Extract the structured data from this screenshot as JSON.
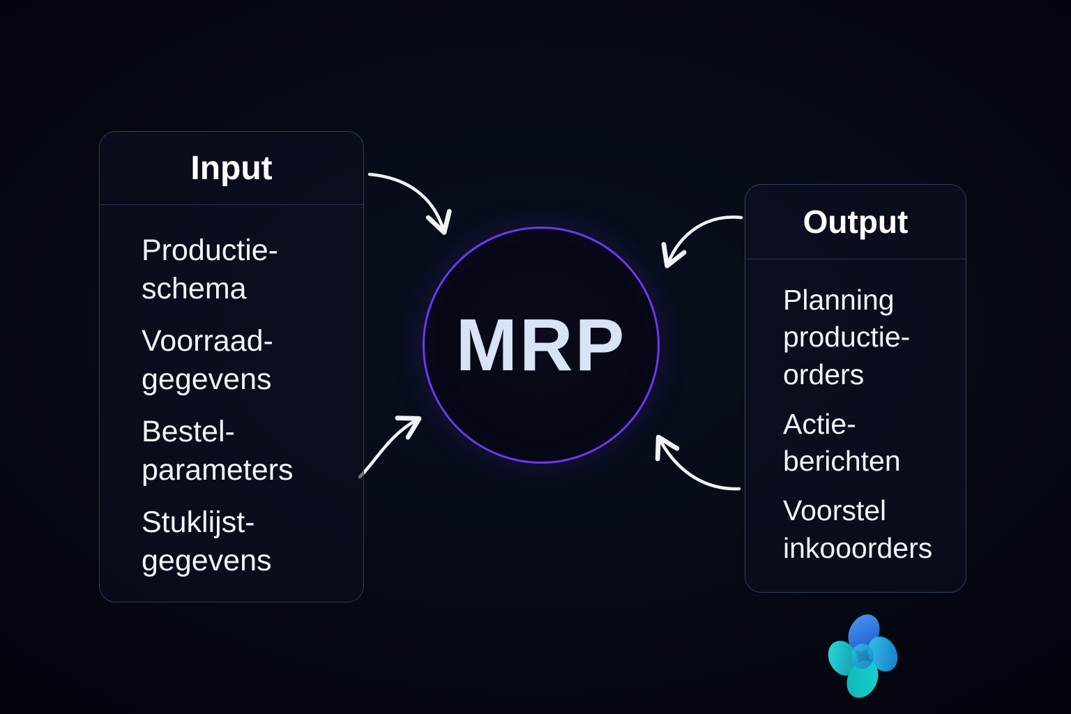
{
  "diagram": {
    "input_panel": {
      "title": "Input",
      "items": [
        "Productie-\nschema",
        "Voorraad-\ngegevens",
        "Bestel-\nparameters",
        "Stuklijst-\ngegevens"
      ]
    },
    "center": {
      "label": "MRP"
    },
    "output_panel": {
      "title": "Output",
      "items": [
        "Planning\nproductie-\norders",
        "Actie-\nberichten",
        "Voorstel\ninkooorders"
      ]
    },
    "colors": {
      "background": "#04060f",
      "panel_border": "#333d5e",
      "circle_border": "#6c38f0",
      "text": "#f3f5f9",
      "arrow": "#f2f3f7",
      "logo_blue": "#2b7de9",
      "logo_teal": "#14c4c9"
    }
  }
}
